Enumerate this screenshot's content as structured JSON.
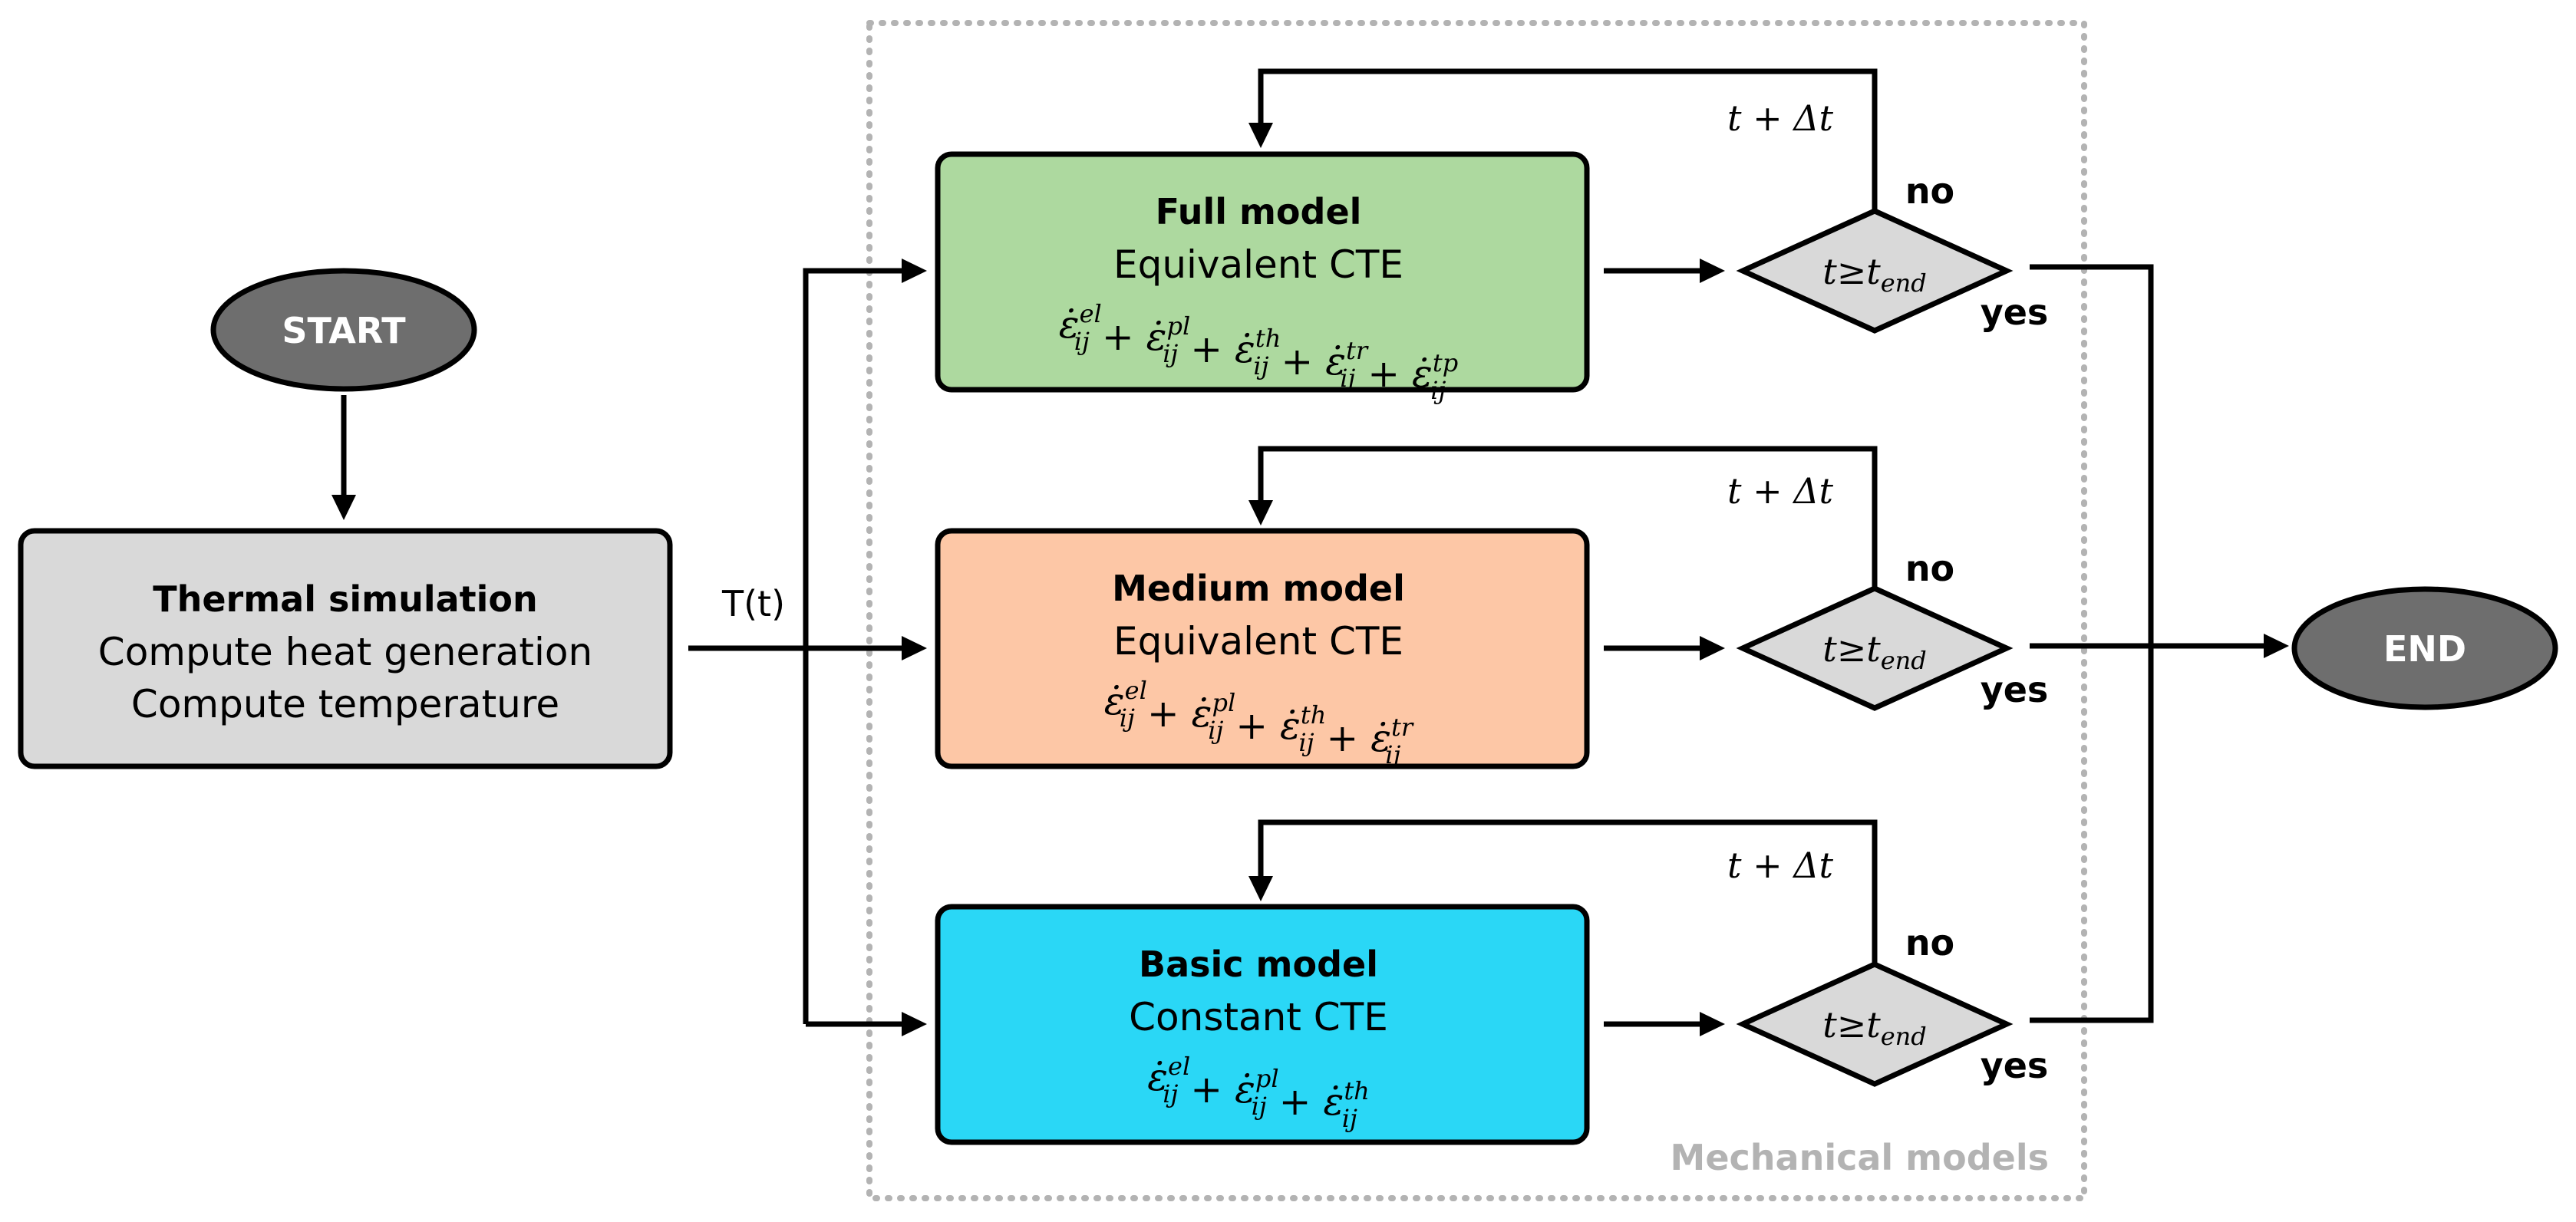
{
  "colors": {
    "full": "#add99f",
    "medium": "#fdc7a6",
    "basic": "#2ad7f6",
    "thermal": "#d9d9d9",
    "oval": "#6e6e6e",
    "diamond": "#d9d9d9",
    "group_label": "#b3b3b3"
  },
  "start_label": "START",
  "end_label": "END",
  "thermal": {
    "title": "Thermal simulation",
    "line1": "Compute heat generation",
    "line2": "Compute temperature"
  },
  "signal_label": "T(t)",
  "group_label": "Mechanical models",
  "models": [
    {
      "title": "Full model",
      "subtitle": "Equivalent CTE",
      "terms": [
        "el",
        "pl",
        "th",
        "tr",
        "tp"
      ],
      "loop_label": "t + Δt",
      "no_label": "no",
      "yes_label": "yes",
      "condition": "t≥t",
      "condition_sub": "end"
    },
    {
      "title": "Medium model",
      "subtitle": "Equivalent CTE",
      "terms": [
        "el",
        "pl",
        "th",
        "tr"
      ],
      "loop_label": "t + Δt",
      "no_label": "no",
      "yes_label": "yes",
      "condition": "t≥t",
      "condition_sub": "end"
    },
    {
      "title": "Basic model",
      "subtitle": "Constant CTE",
      "terms": [
        "el",
        "pl",
        "th"
      ],
      "loop_label": "t + Δt",
      "no_label": "no",
      "yes_label": "yes",
      "condition": "t≥t",
      "condition_sub": "end"
    }
  ]
}
